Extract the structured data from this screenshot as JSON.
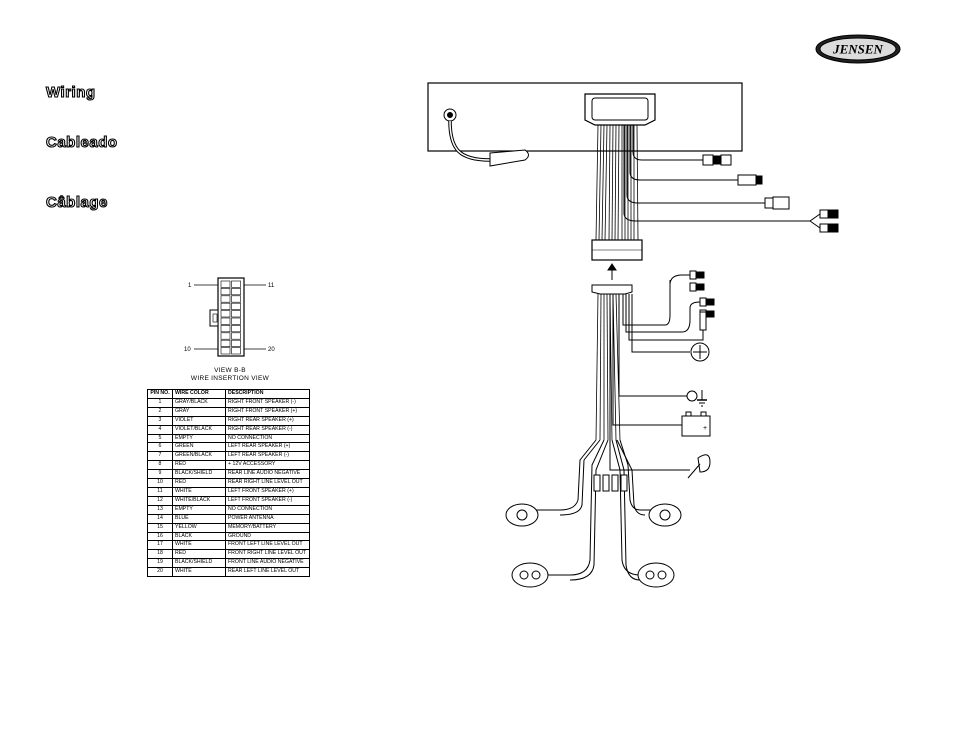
{
  "brand": "JENSEN",
  "headings": [
    "Wiring",
    "Cableado",
    "Câblage"
  ],
  "connector": {
    "pin_top_left": "1",
    "pin_top_right": "11",
    "pin_bottom_left": "10",
    "pin_bottom_right": "20"
  },
  "view_caption": [
    "VIEW B-B",
    "WIRE INSERTION VIEW"
  ],
  "pin_table": {
    "headers": [
      "PIN NO.",
      "WIRE COLOR",
      "DESCRIPTION"
    ],
    "rows": [
      [
        "1",
        "GRAY/BLACK",
        "RIGHT FRONT SPEAKER (-)"
      ],
      [
        "2",
        "GRAY",
        "RIGHT FRONT SPEAKER (+)"
      ],
      [
        "3",
        "VIOLET",
        "RIGHT REAR SPEAKER (+)"
      ],
      [
        "4",
        "VIOLET/BLACK",
        "RIGHT REAR SPEAKER (-)"
      ],
      [
        "5",
        "EMPTY",
        "NO CONNECTION"
      ],
      [
        "6",
        "GREEN",
        "LEFT REAR SPEAKER (+)"
      ],
      [
        "7",
        "GREEN/BLACK",
        "LEFT REAR SPEAKER (-)"
      ],
      [
        "8",
        "RED",
        "+ 12V ACCESSORY"
      ],
      [
        "9",
        "BLACK/SHIELD",
        "REAR LINE AUDIO NEGATIVE"
      ],
      [
        "10",
        "RED",
        "REAR RIGHT LINE LEVEL OUT"
      ],
      [
        "11",
        "WHITE",
        "LEFT FRONT SPEAKER (+)"
      ],
      [
        "12",
        "WHITE/BLACK",
        "LEFT FRONT SPEAKER (-)"
      ],
      [
        "13",
        "EMPTY",
        "NO CONNECTION"
      ],
      [
        "14",
        "BLUE",
        "POWER ANTENNA"
      ],
      [
        "15",
        "YELLOW",
        "MEMORY/BATTERY"
      ],
      [
        "16",
        "BLACK",
        "GROUND"
      ],
      [
        "17",
        "WHITE",
        "FRONT LEFT LINE LEVEL OUT"
      ],
      [
        "18",
        "RED",
        "FRONT RIGHT LINE LEVEL OUT"
      ],
      [
        "19",
        "BLACK/SHIELD",
        "FRONT LINE AUDIO NEGATIVE"
      ],
      [
        "20",
        "WHITE",
        "REAR LEFT LINE LEVEL OUT"
      ]
    ]
  }
}
